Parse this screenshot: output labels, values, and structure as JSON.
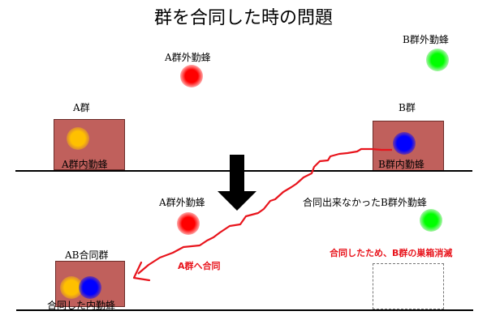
{
  "title": "群を合同した時の問題",
  "labels": {
    "a_outer_top": "A群外勤蜂",
    "b_outer_top": "B群外勤蜂",
    "a_group": "A群",
    "b_group": "B群",
    "a_inner": "A群内勤蜂",
    "b_inner": "B群内勤蜂",
    "a_outer_bottom": "A群外勤蜂",
    "b_outer_bottom": "合同出来なかったB群外勤蜂",
    "ab_group": "AB合同群",
    "merged_inner": "合同した内勤蜂"
  },
  "annotations": {
    "merge_into_a": "A群へ合同",
    "hive_gone": "合同したため、B群の巣箱消滅"
  },
  "colors": {
    "a_bees": "#ff0000",
    "b_bees": "#00dd00",
    "a_inner_bee": "#ffc000",
    "b_inner_bee": "#0000ff",
    "hive": "#c0605c",
    "note": "#e8141c"
  }
}
